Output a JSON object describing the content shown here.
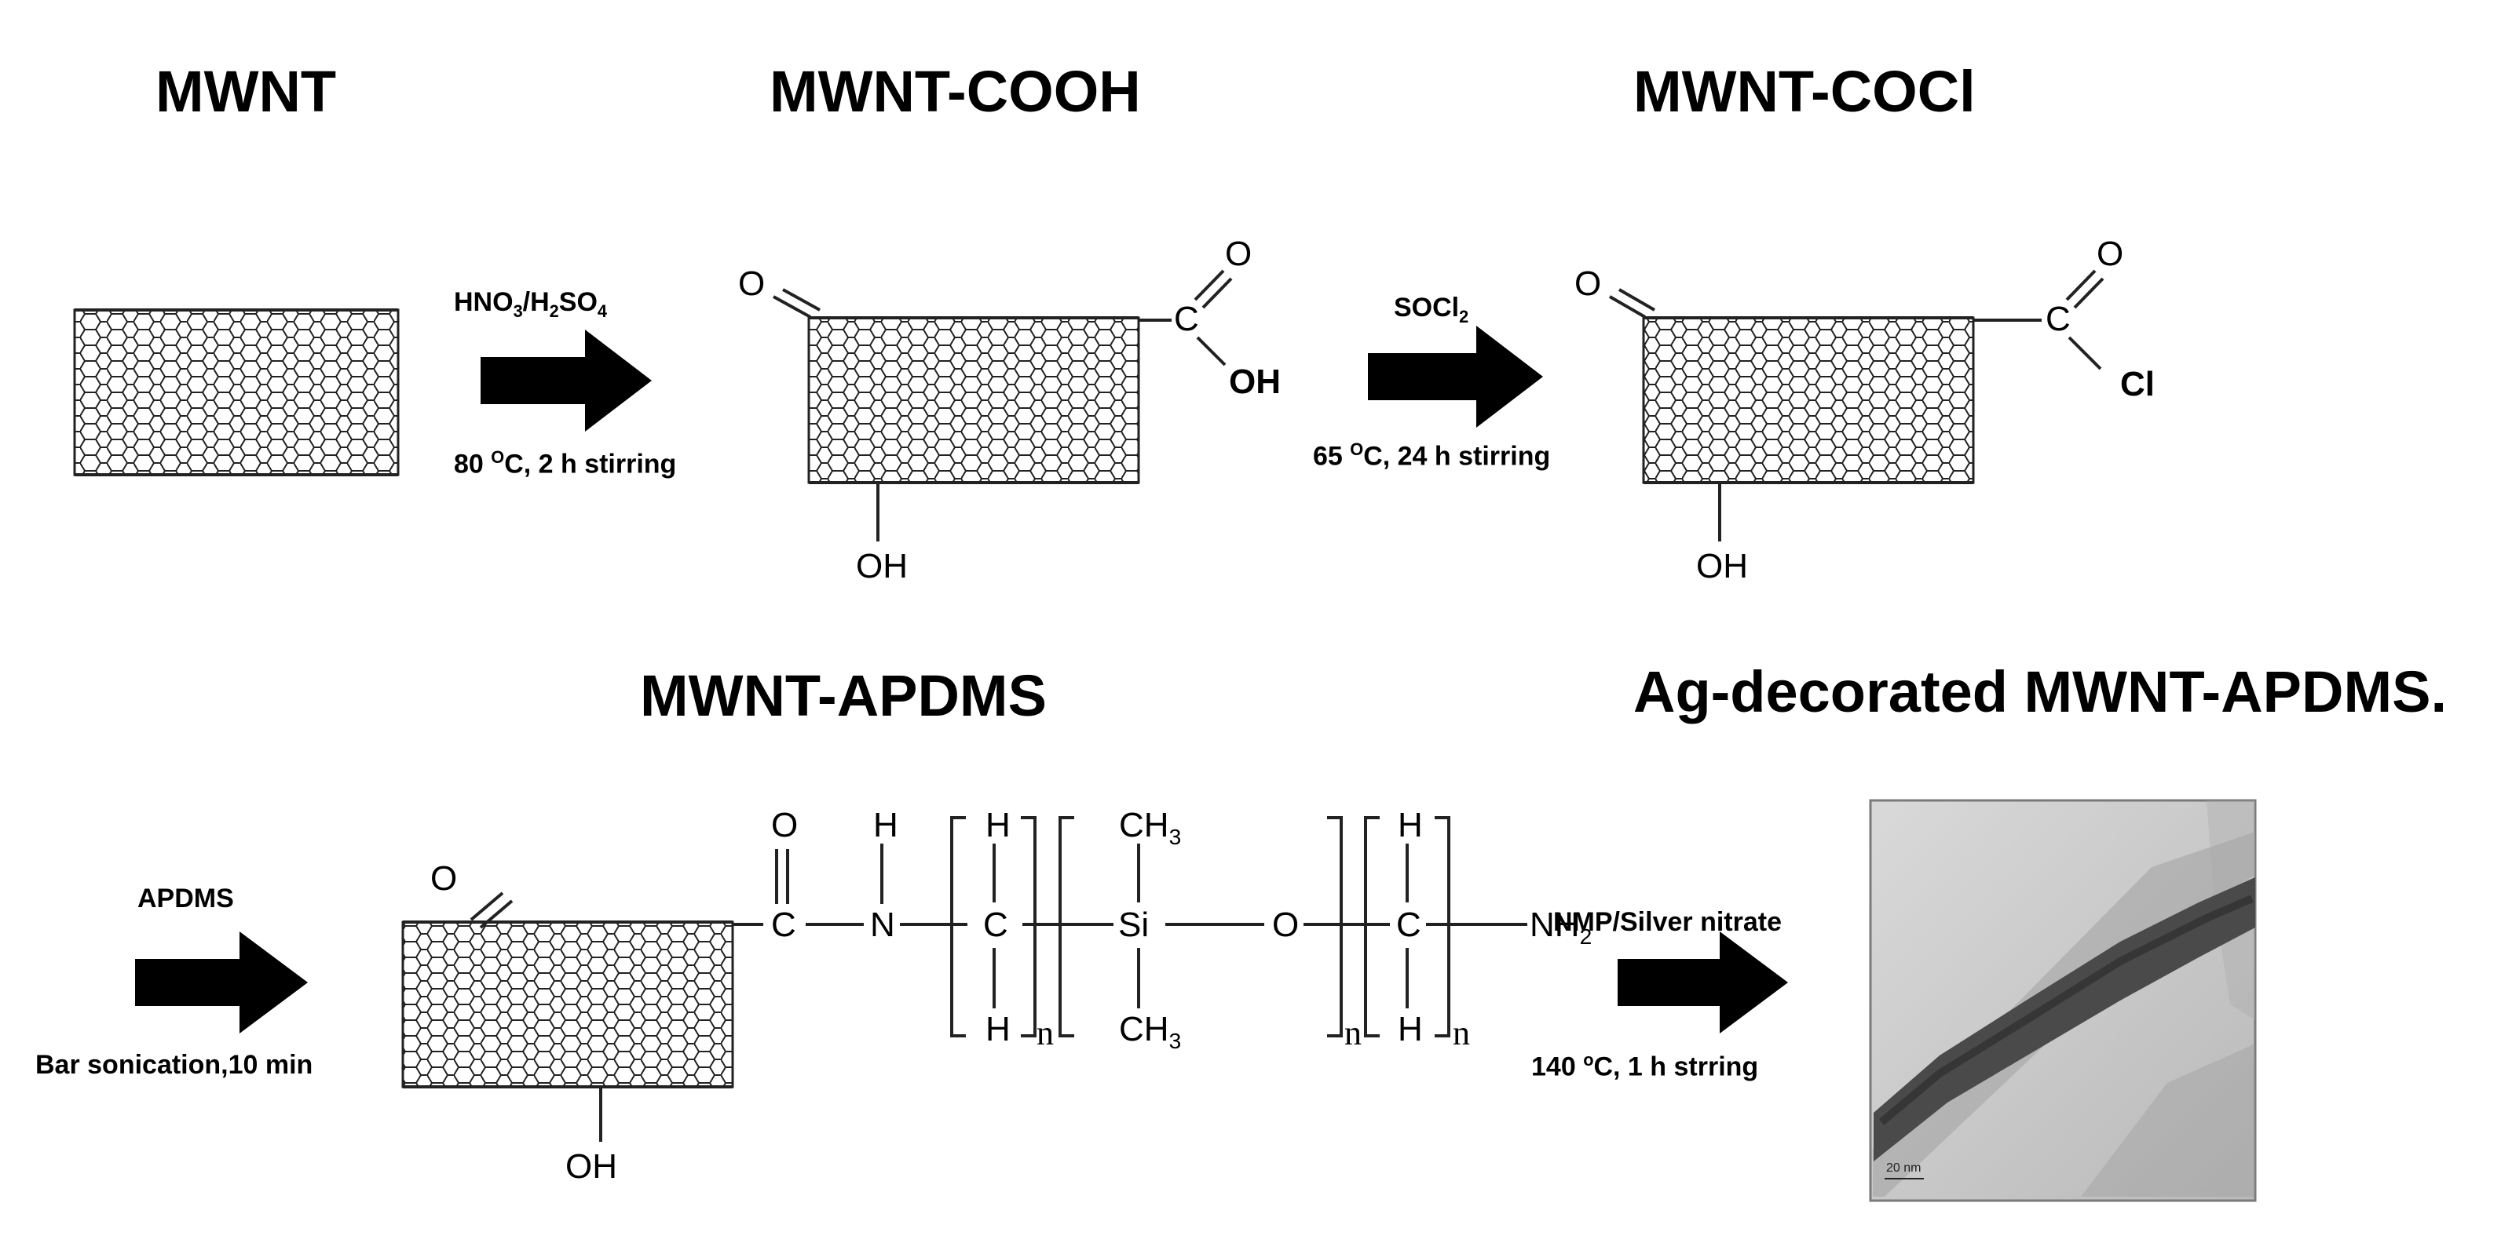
{
  "titles": {
    "mwnt": "MWNT",
    "cooh": "MWNT-COOH",
    "cocl": "MWNT-COCl",
    "apdms": "MWNT-APDMS",
    "ag": "Ag-decorated MWNT-APDMS."
  },
  "steps": {
    "acid": {
      "reagent_1": "HNO",
      "reagent_1_sub": "3",
      "sep": "/H",
      "reagent_2_sub": "2",
      "reagent_2": "SO",
      "reagent_2_sub2": "4",
      "condition_temp": "80 ",
      "condition_unit_sup": "O",
      "condition_rest": "C, 2 h stirring"
    },
    "socl": {
      "reagent": "SOCl",
      "reagent_sub": "2",
      "condition_temp": "65 ",
      "condition_unit_sup": "O",
      "condition_rest": "C, 24 h stirring"
    },
    "apdms": {
      "reagent": "APDMS",
      "condition": "Bar sonication,10 min"
    },
    "silver": {
      "reagent": "NMP/Silver nitrate",
      "condition_temp": "140 ",
      "condition_unit_sup": "o",
      "condition_rest": "C, 1 h strring"
    }
  },
  "atoms": {
    "O": "O",
    "C": "C",
    "OH": "OH",
    "Cl": "Cl",
    "N": "N",
    "H": "H",
    "Si": "Si",
    "CH": "CH",
    "three": "3",
    "NH": "NH",
    "two": "2",
    "n": "n"
  },
  "tem": {
    "scale_label": "20 nm"
  }
}
